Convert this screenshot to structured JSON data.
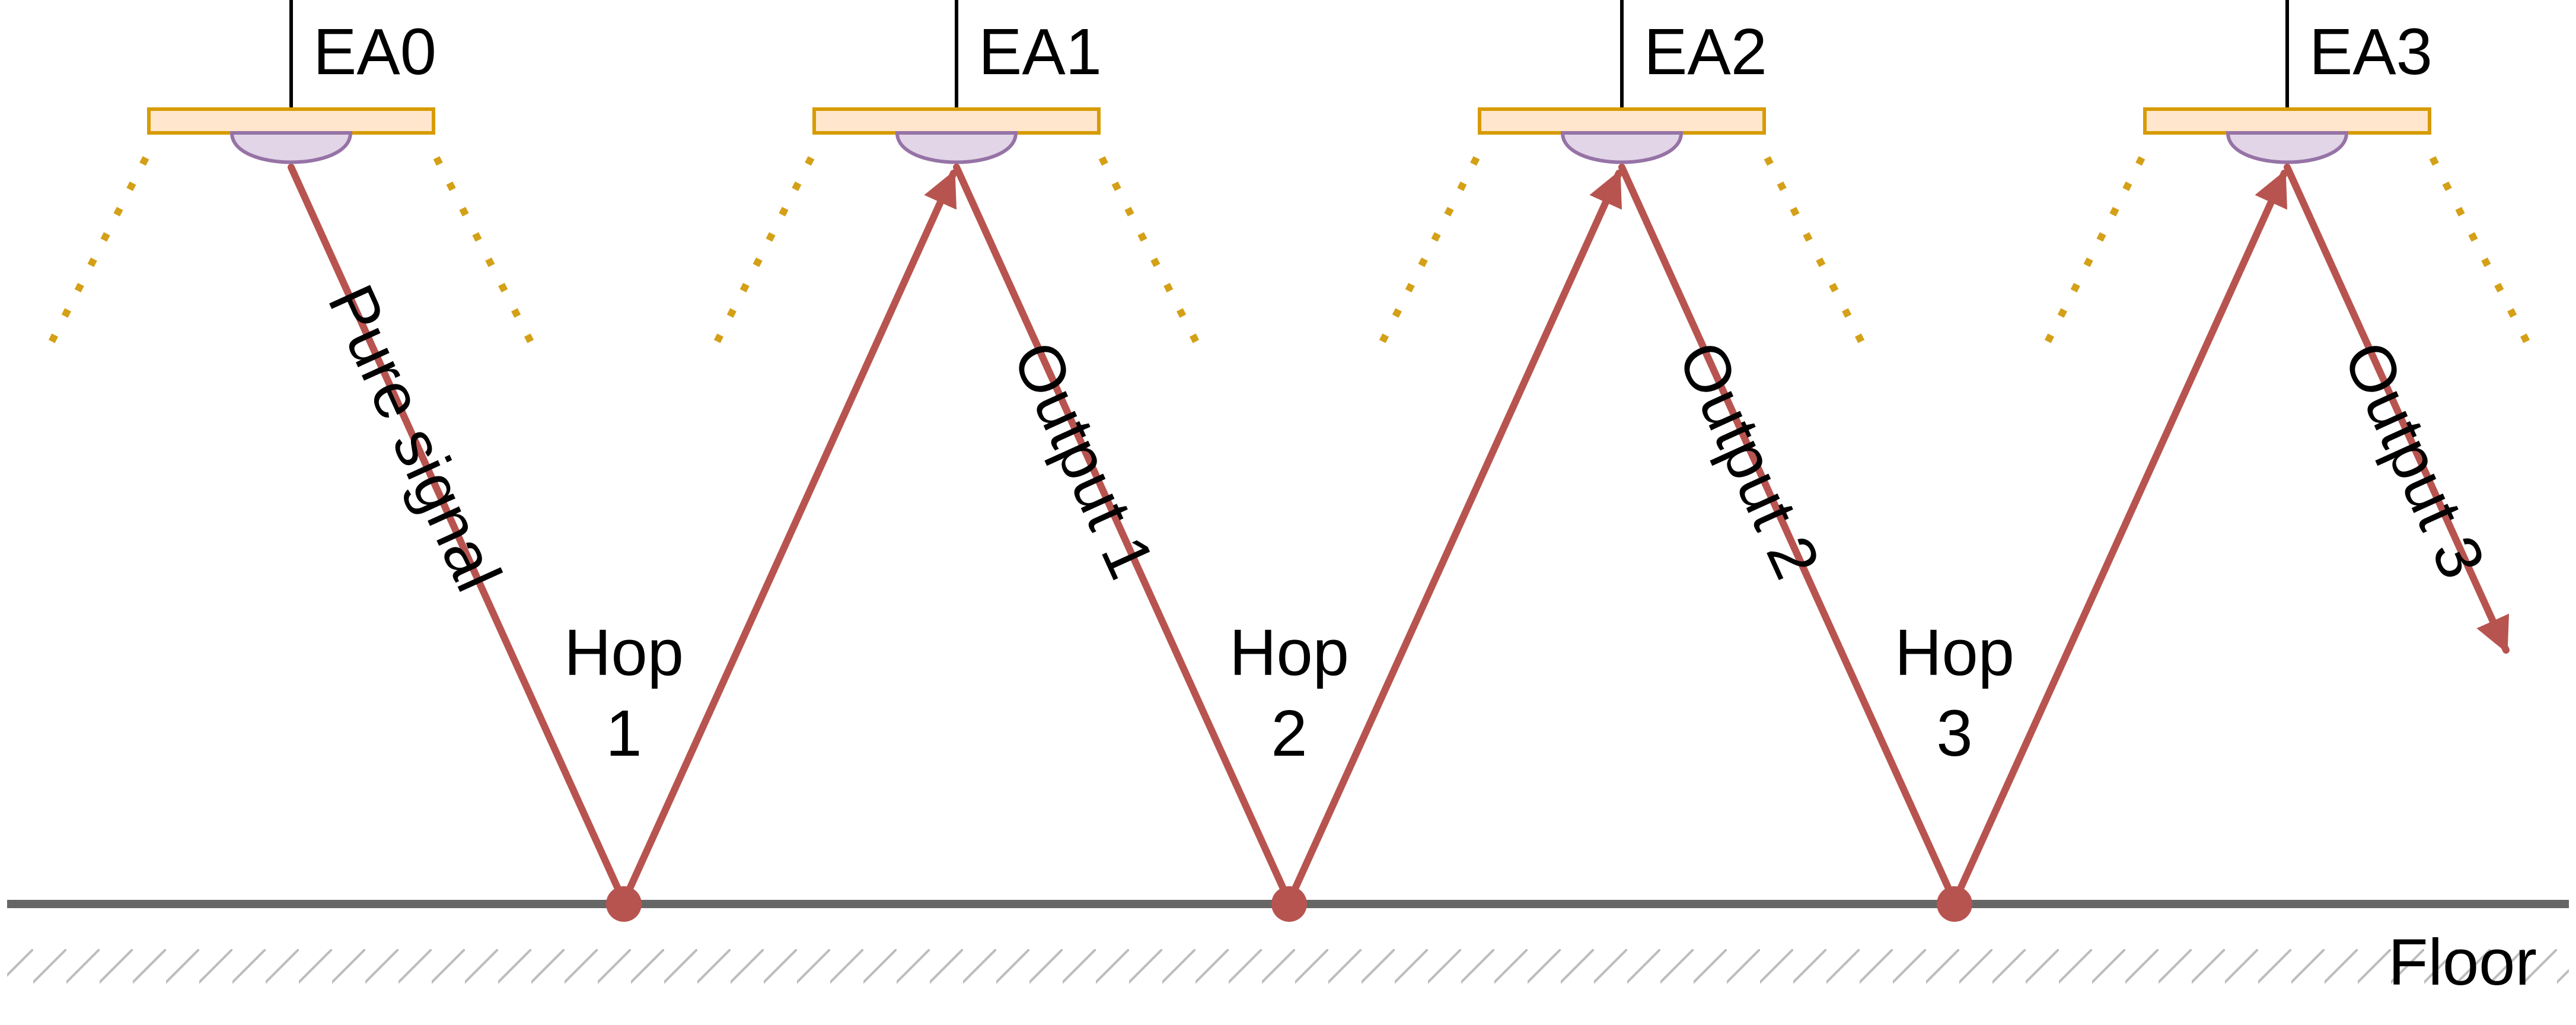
{
  "colors": {
    "beam": "#b85450",
    "panel_fill": "#ffe6cc",
    "panel_stroke": "#d79b00",
    "lens_fill": "#e1d5e7",
    "lens_stroke": "#9673a6",
    "scatter_dots": "#d4a017",
    "floor_line": "#666666",
    "hatch": "#bdbdbd",
    "text": "#000000"
  },
  "antennas": [
    {
      "label": "EA0",
      "icon": "antenna-panel-icon"
    },
    {
      "label": "EA1",
      "icon": "antenna-panel-icon"
    },
    {
      "label": "EA2",
      "icon": "antenna-panel-icon"
    },
    {
      "label": "EA3",
      "icon": "antenna-panel-icon"
    }
  ],
  "signals": [
    {
      "label": "Pure signal"
    },
    {
      "label": "Output 1"
    },
    {
      "label": "Output 2"
    },
    {
      "label": "Output 3"
    }
  ],
  "hops": [
    {
      "line1": "Hop",
      "line2": "1"
    },
    {
      "line1": "Hop",
      "line2": "2"
    },
    {
      "line1": "Hop",
      "line2": "3"
    }
  ],
  "floor": {
    "label": "Floor"
  }
}
